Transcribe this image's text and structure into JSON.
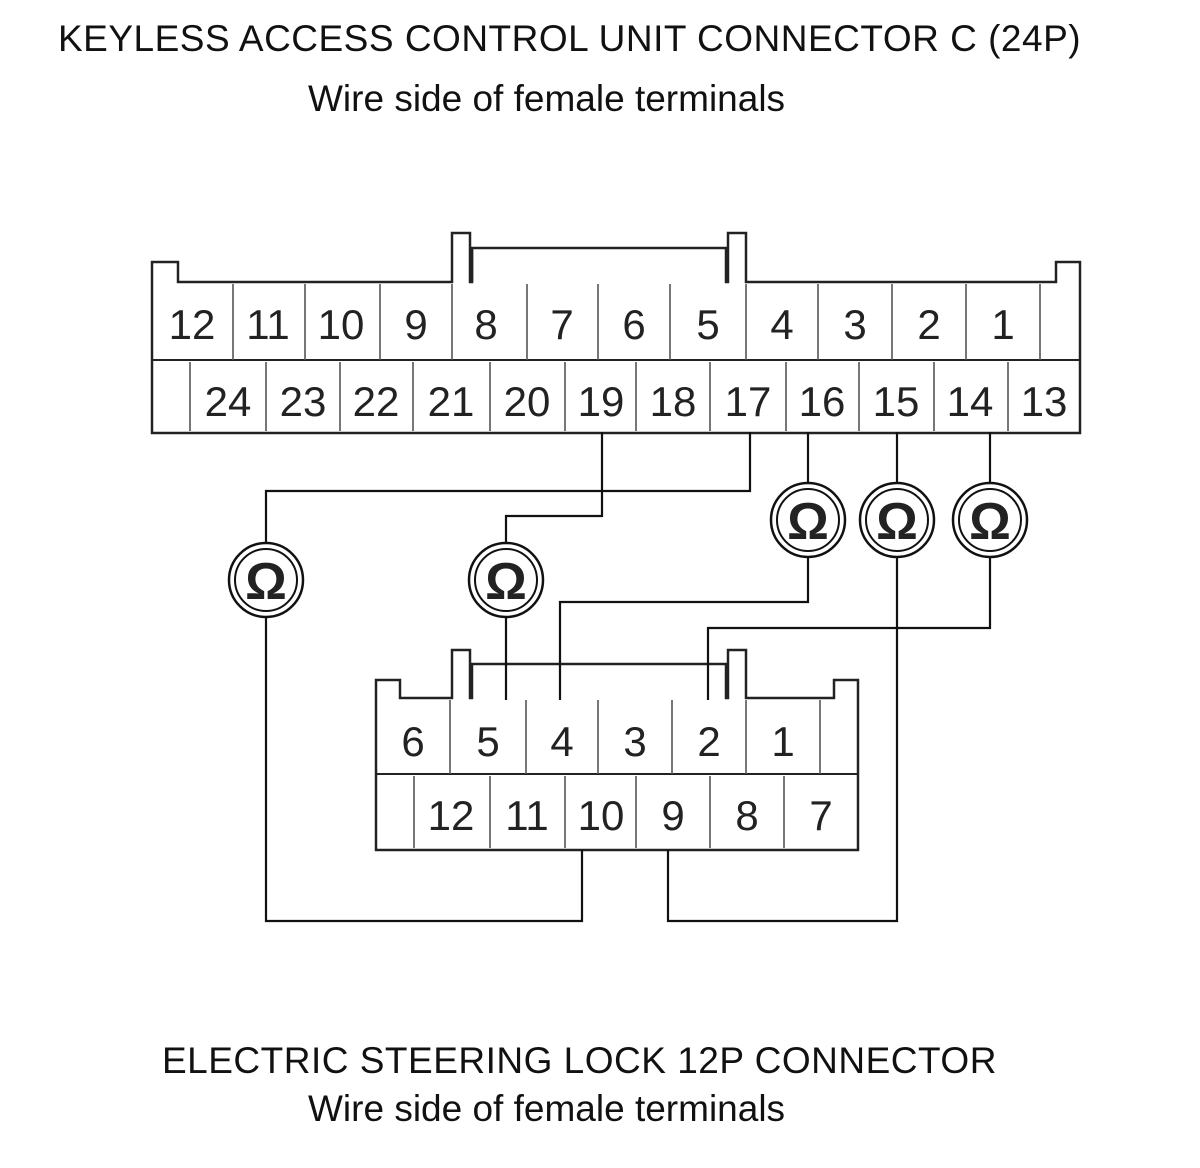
{
  "top_connector": {
    "title": "KEYLESS ACCESS CONTROL UNIT CONNECTOR C (24P)",
    "subtitle": "Wire side of female terminals",
    "row1": [
      "12",
      "11",
      "10",
      "9",
      "8",
      "7",
      "6",
      "5",
      "4",
      "3",
      "2",
      "1"
    ],
    "row2": [
      "24",
      "23",
      "22",
      "21",
      "20",
      "19",
      "18",
      "17",
      "16",
      "15",
      "14",
      "13"
    ]
  },
  "bottom_connector": {
    "title": "ELECTRIC STEERING LOCK 12P CONNECTOR",
    "subtitle": "Wire side of female terminals",
    "row1": [
      "6",
      "5",
      "4",
      "3",
      "2",
      "1"
    ],
    "row2": [
      "12",
      "11",
      "10",
      "9",
      "8",
      "7"
    ]
  },
  "meter_symbol": "Ω",
  "measurements": [
    {
      "from": "17",
      "to": "10"
    },
    {
      "from": "19",
      "to": "5"
    },
    {
      "from": "16",
      "to": "4"
    },
    {
      "from": "15",
      "to": "9"
    },
    {
      "from": "14",
      "to": "2"
    }
  ]
}
